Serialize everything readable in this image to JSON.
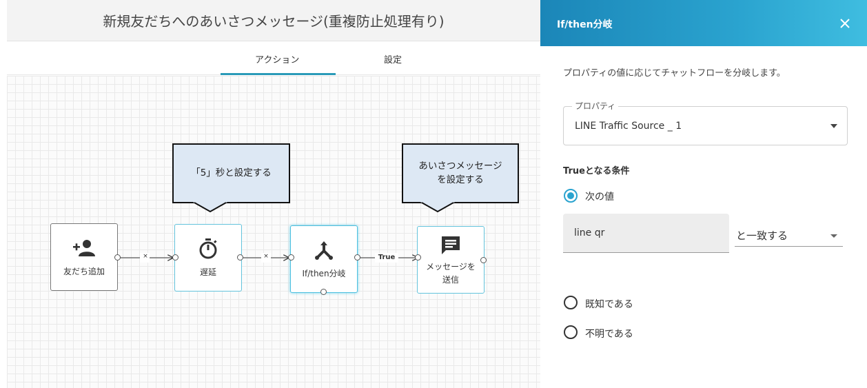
{
  "editor": {
    "title": "新規友だちへのあいさつメッセージ(重複防止処理有り)",
    "tabs": [
      {
        "label": "アクション",
        "active": true
      },
      {
        "label": "設定",
        "active": false
      }
    ],
    "nodes": [
      {
        "label": "友だち追加",
        "icon": "add-person-icon"
      },
      {
        "label": "遅延",
        "icon": "stopwatch-icon"
      },
      {
        "label": "If/then分岐",
        "icon": "branch-icon"
      },
      {
        "label_line1": "メッセージを",
        "label_line2": "送信",
        "icon": "message-icon"
      }
    ],
    "edges": [
      {
        "label": "×"
      },
      {
        "label": "×"
      },
      {
        "label": "True"
      }
    ],
    "callouts": [
      {
        "line1": "「5」秒と設定する"
      },
      {
        "line1": "あいさつメッセージ",
        "line2": "を設定する"
      }
    ]
  },
  "panel": {
    "title": "If/then分岐",
    "description": "プロパティの値に応じてチャットフローを分岐します。",
    "property": {
      "legend": "プロパティ",
      "value": "LINE Traffic Source _ 1"
    },
    "condition_label": "Trueとなる条件",
    "options": [
      {
        "label": "次の値",
        "checked": true
      },
      {
        "label": "既知である",
        "checked": false
      },
      {
        "label": "不明である",
        "checked": false
      }
    ],
    "value_input": "line qr",
    "match_type": "と一致する",
    "colors": {
      "accent": "#2aa3cf",
      "header_start": "#1b86b8",
      "header_end": "#3fbde0",
      "callout_bg": "#dde8f4"
    }
  }
}
